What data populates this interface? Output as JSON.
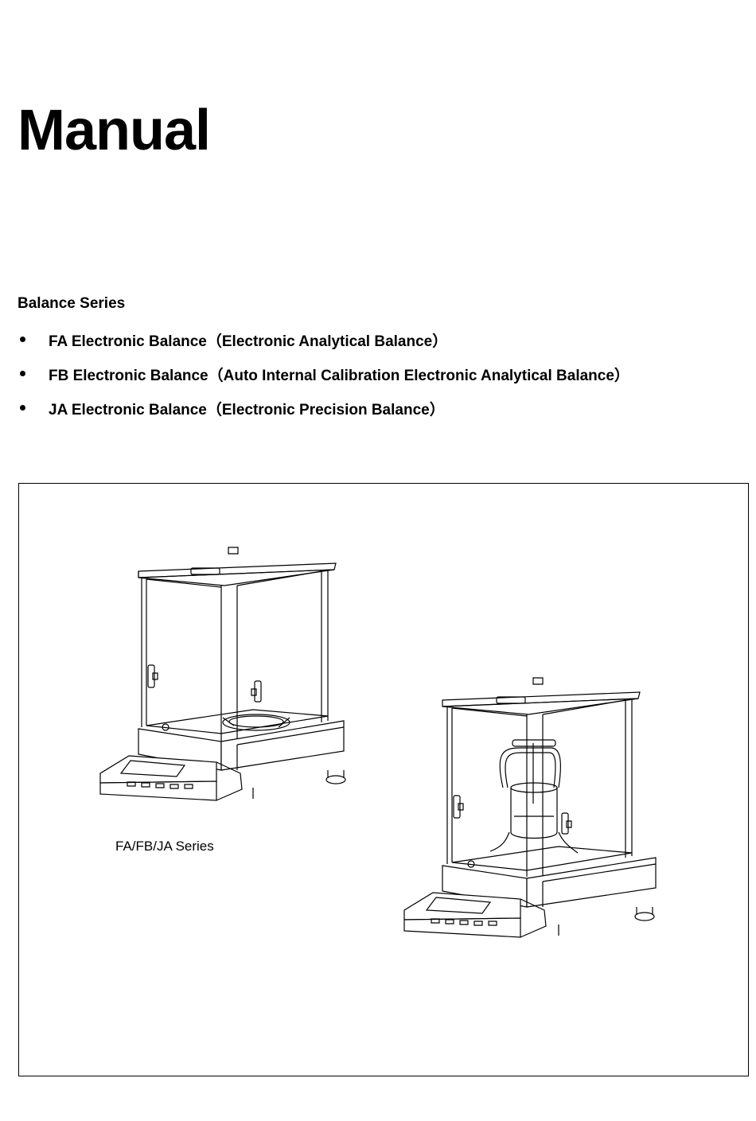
{
  "document": {
    "title": "Manual",
    "series_heading": "Balance Series",
    "items": [
      {
        "label": "FA Electronic Balance（Electronic Analytical Balance）"
      },
      {
        "label": "FB Electronic Balance（Auto Internal Calibration Electronic Analytical Balance）"
      },
      {
        "label": "JA Electronic Balance（Electronic Precision Balance）"
      }
    ],
    "figure": {
      "caption": "FA/FB/JA Series",
      "illustrations": [
        "analytical-balance-drawing",
        "density-balance-drawing"
      ]
    }
  }
}
